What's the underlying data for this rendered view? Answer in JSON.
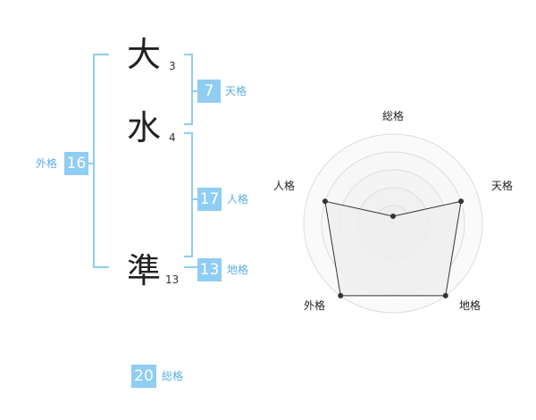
{
  "name": {
    "chars": [
      {
        "char": "大",
        "strokes": "3"
      },
      {
        "char": "水",
        "strokes": "4"
      },
      {
        "char": "準",
        "strokes": "13"
      }
    ]
  },
  "kaku": {
    "tenkaku": {
      "label": "天格",
      "value": "7"
    },
    "jinkaku": {
      "label": "人格",
      "value": "17"
    },
    "chikaku": {
      "label": "地格",
      "value": "13"
    },
    "gaikaku": {
      "label": "外格",
      "value": "16"
    },
    "soukaku": {
      "label": "総格",
      "value": "20"
    }
  },
  "chart_data": {
    "type": "radar",
    "axes": [
      "総格",
      "天格",
      "地格",
      "外格",
      "人格"
    ],
    "values": [
      0.08,
      0.8,
      1.0,
      1.0,
      0.8
    ],
    "rings": 5,
    "grid": true,
    "colors": {
      "fill": "#efefef",
      "line": "#333333",
      "grid": "#dddddd"
    }
  },
  "colors": {
    "accent": "#8fcdf3",
    "label": "#5aaee6"
  }
}
